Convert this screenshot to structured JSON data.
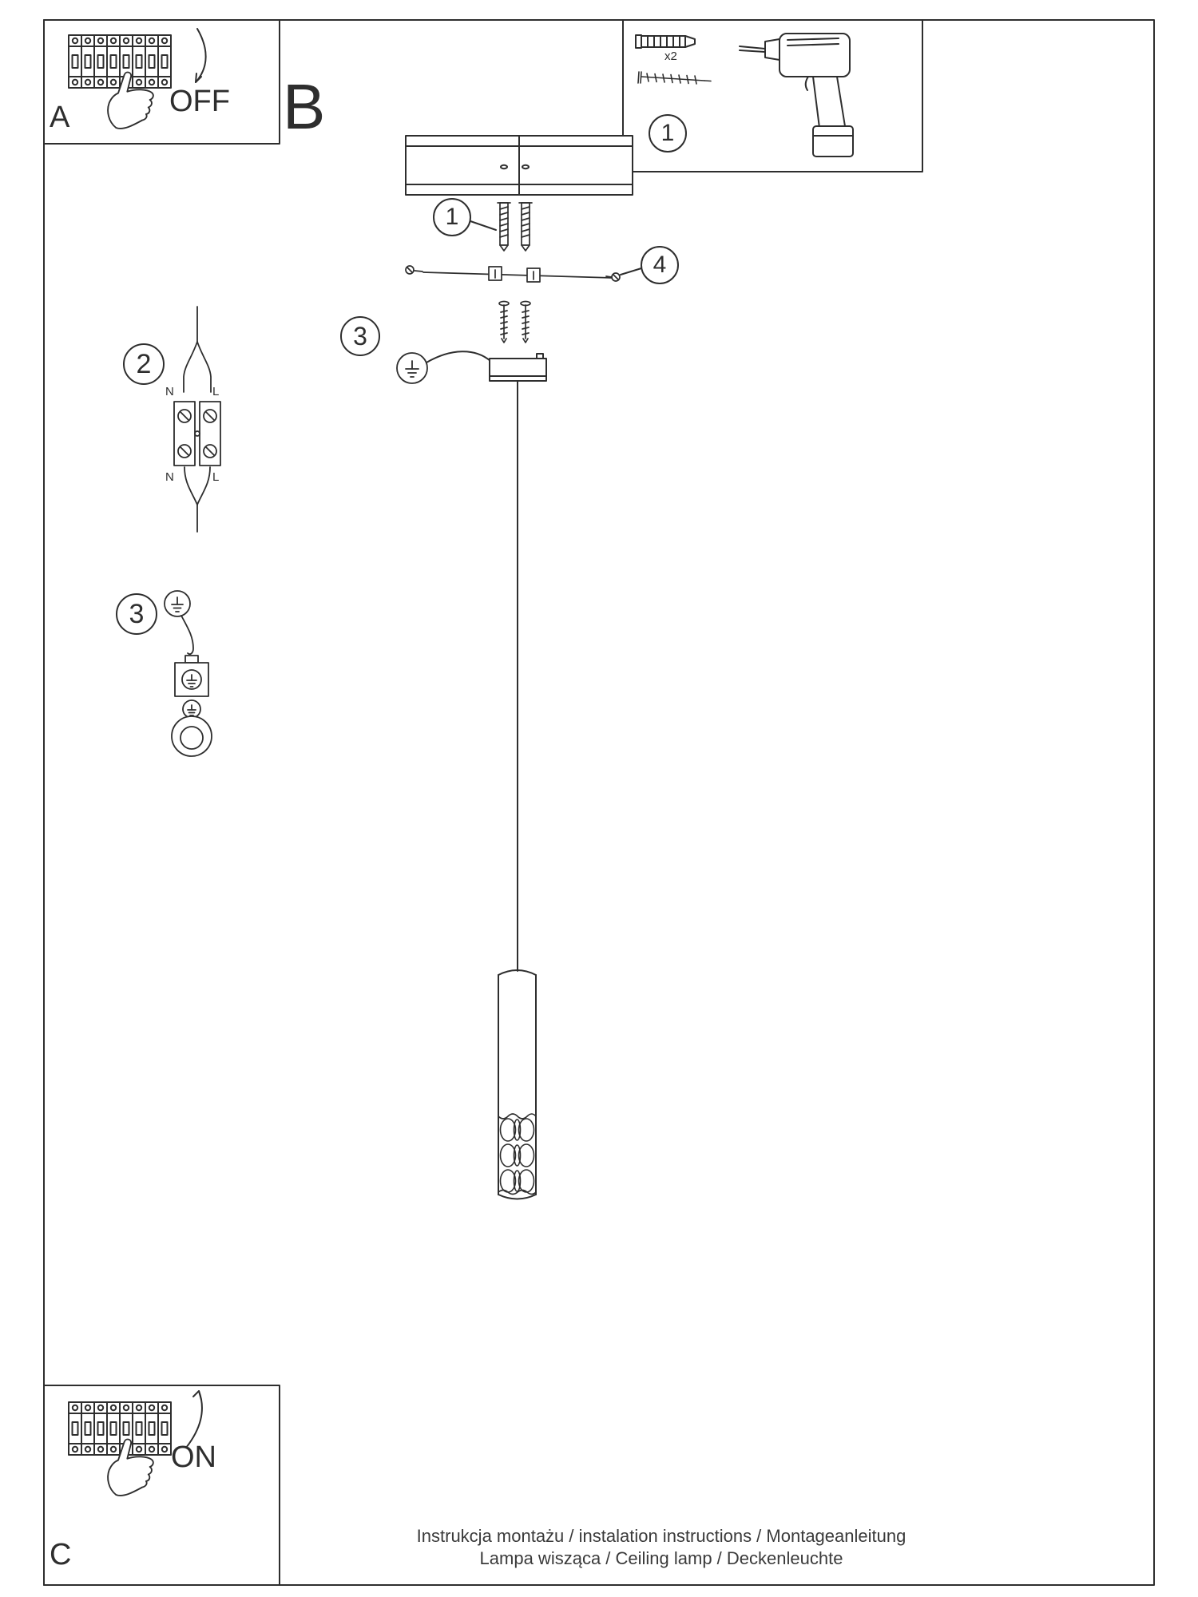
{
  "colors": {
    "ink": "#2e2e2e",
    "background": "#ffffff"
  },
  "panel_a": {
    "label": "A",
    "state": "OFF"
  },
  "section_b": {
    "label": "B"
  },
  "panel_c": {
    "label": "C",
    "state": "ON"
  },
  "tools": {
    "plug_count": "x2"
  },
  "steps": {
    "s1": "1",
    "s2": "2",
    "s3": "3",
    "s4": "4"
  },
  "wiring": {
    "n": "N",
    "l": "L"
  },
  "footer": {
    "line1": "Instrukcja montażu / instalation instructions / Montageanleitung",
    "line2": "Lampa wisząca / Ceiling lamp / Deckenleuchte"
  }
}
